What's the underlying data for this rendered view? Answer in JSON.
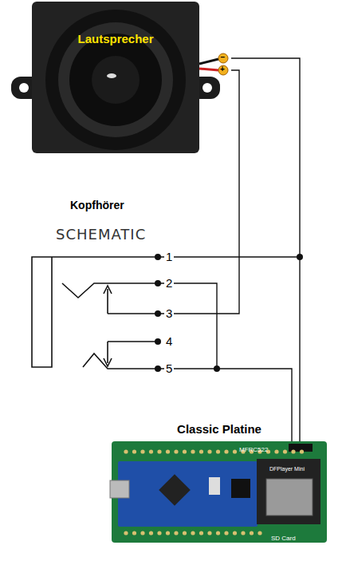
{
  "diagram": {
    "nodes": [
      {
        "text": [
          "Lautsprecher"
        ]
      },
      {
        "text": [
          "Classic Platine"
        ]
      }
    ],
    "edges": [
      {
        "from": 0,
        "to": 1,
        "arrow": "none"
      }
    ],
    "labels": [
      "−",
      "+",
      "Kopfhörer",
      "SCHEMATIC",
      "1",
      "2",
      "3",
      "4",
      "5",
      "MFRC522",
      "DFPlayer Mini",
      "SD Card"
    ]
  }
}
